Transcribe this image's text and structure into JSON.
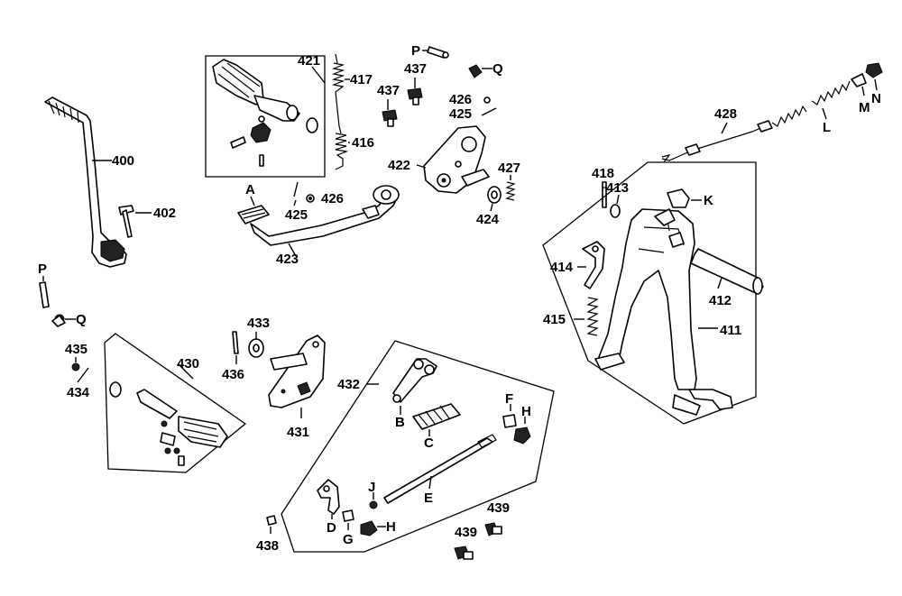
{
  "colors": {
    "ink": "#000000",
    "paper": "#ffffff"
  },
  "labels": {
    "400": "400",
    "402": "402",
    "P": "P",
    "Q": "Q",
    "435": "435",
    "434": "434",
    "430": "430",
    "421": "421",
    "417": "417",
    "416": "416",
    "A": "A",
    "425": "425",
    "426": "426",
    "423": "423",
    "437": "437",
    "422": "422",
    "427": "427",
    "424": "424",
    "428": "428",
    "L": "L",
    "M": "M",
    "N": "N",
    "418": "418",
    "413": "413",
    "K": "K",
    "414": "414",
    "412": "412",
    "415": "415",
    "411": "411",
    "433": "433",
    "436": "436",
    "431": "431",
    "432": "432",
    "B": "B",
    "C": "C",
    "F": "F",
    "H": "H",
    "E": "E",
    "J": "J",
    "D": "D",
    "G": "G",
    "438": "438",
    "439": "439"
  }
}
